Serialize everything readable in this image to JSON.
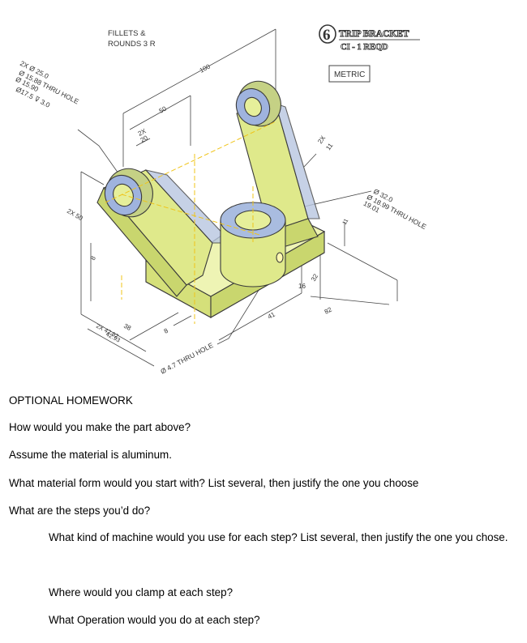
{
  "drawing": {
    "title": {
      "number": "6",
      "name": "TRIP BRACKET",
      "material": "CI - 1 REQD"
    },
    "units_box": "METRIC",
    "notes": {
      "fillets_line1": "FILLETS  &",
      "fillets_line2": "ROUNDS  3  R"
    },
    "callouts": {
      "hole_2x": "2X  Ø 25.0",
      "hole_thru_1": "Ø 15.88  THRU  HOLE",
      "hole_thru_2": "Ø 15.90",
      "counterbore": "Ø17.5 ⊽ 3.0",
      "right_hole_1": "Ø 32.0",
      "right_hole_2": "Ø 18.99  THRU  HOLE",
      "right_hole_3": "19.01",
      "small_hole": "Ø 4.7  THRU  HOLE"
    },
    "dimensions": {
      "d100": "100",
      "d50": "50",
      "d2x20_a": "2X",
      "d2x20_b": "20",
      "d2x11_a": "2X",
      "d2x11_b": "11",
      "d2x50": "2X  50",
      "d8": "8",
      "d38": "38",
      "d2x_bot_a": "2X  42.92",
      "d2x_bot_b": "42.93",
      "d8b": "8",
      "d41": "41",
      "d16": "16",
      "d32": "32",
      "d82": "82",
      "d11": "11"
    }
  },
  "homework": {
    "heading": "OPTIONAL HOMEWORK",
    "q1": "How would you make the part above?",
    "q2": "Assume the material is aluminum.",
    "q3": "What material form would you start with? List several, then justify the one you choose",
    "q4": "What are the steps you’d do?",
    "q5": "What kind of machine would you use for each step?  List several, then justify the one you chose.",
    "q6": "Where would you clamp at each step?",
    "q7": "What Operation would you do at each step?"
  },
  "colors": {
    "part_fill": "#e6ef9a",
    "part_shadow": "#c9d66e",
    "part_blue": "#9fb3de",
    "edge": "#3a3a3a",
    "center_line": "#f0c419"
  }
}
